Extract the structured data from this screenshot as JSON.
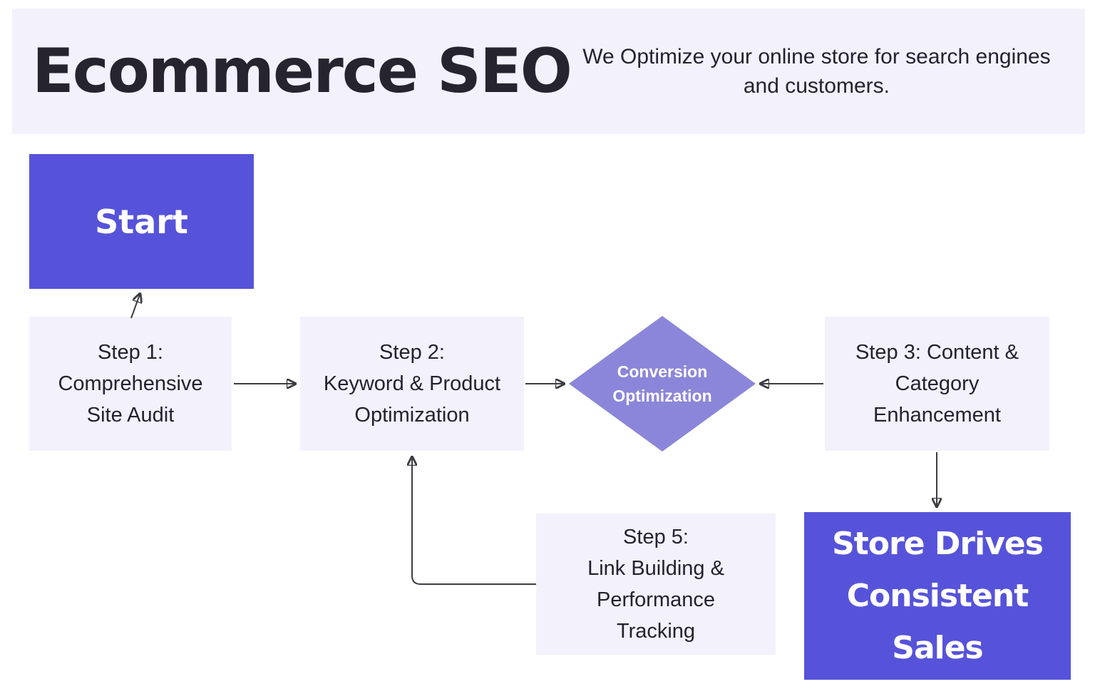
{
  "header": {
    "title": "Ecommerce SEO",
    "subtitle_line1": "We Optimize your online store for",
    "subtitle_line2": "search engines and customers."
  },
  "flow": {
    "start": {
      "label": "Start"
    },
    "step1": {
      "lines": [
        "Step 1:",
        "Comprehensive",
        "Site Audit"
      ]
    },
    "step2": {
      "lines": [
        "Step 2:",
        "Keyword & Product",
        "Optimization"
      ]
    },
    "decision": {
      "lines": [
        "Conversion",
        "Optimization"
      ]
    },
    "step3": {
      "lines": [
        "Step 3: Content &",
        "Category",
        "Enhancement"
      ]
    },
    "step5": {
      "lines": [
        "Step 5:",
        "Link Building &",
        "Performance",
        "Tracking"
      ]
    },
    "end": {
      "lines": [
        "Store Drives",
        "Consistent",
        "Sales"
      ]
    }
  },
  "colors": {
    "accent": "#5653da",
    "diamond": "#8b86d9",
    "panel": "#f3f1fc",
    "ink": "#26242e",
    "body_ink": "#24222d",
    "arrow": "#3d3c42"
  }
}
